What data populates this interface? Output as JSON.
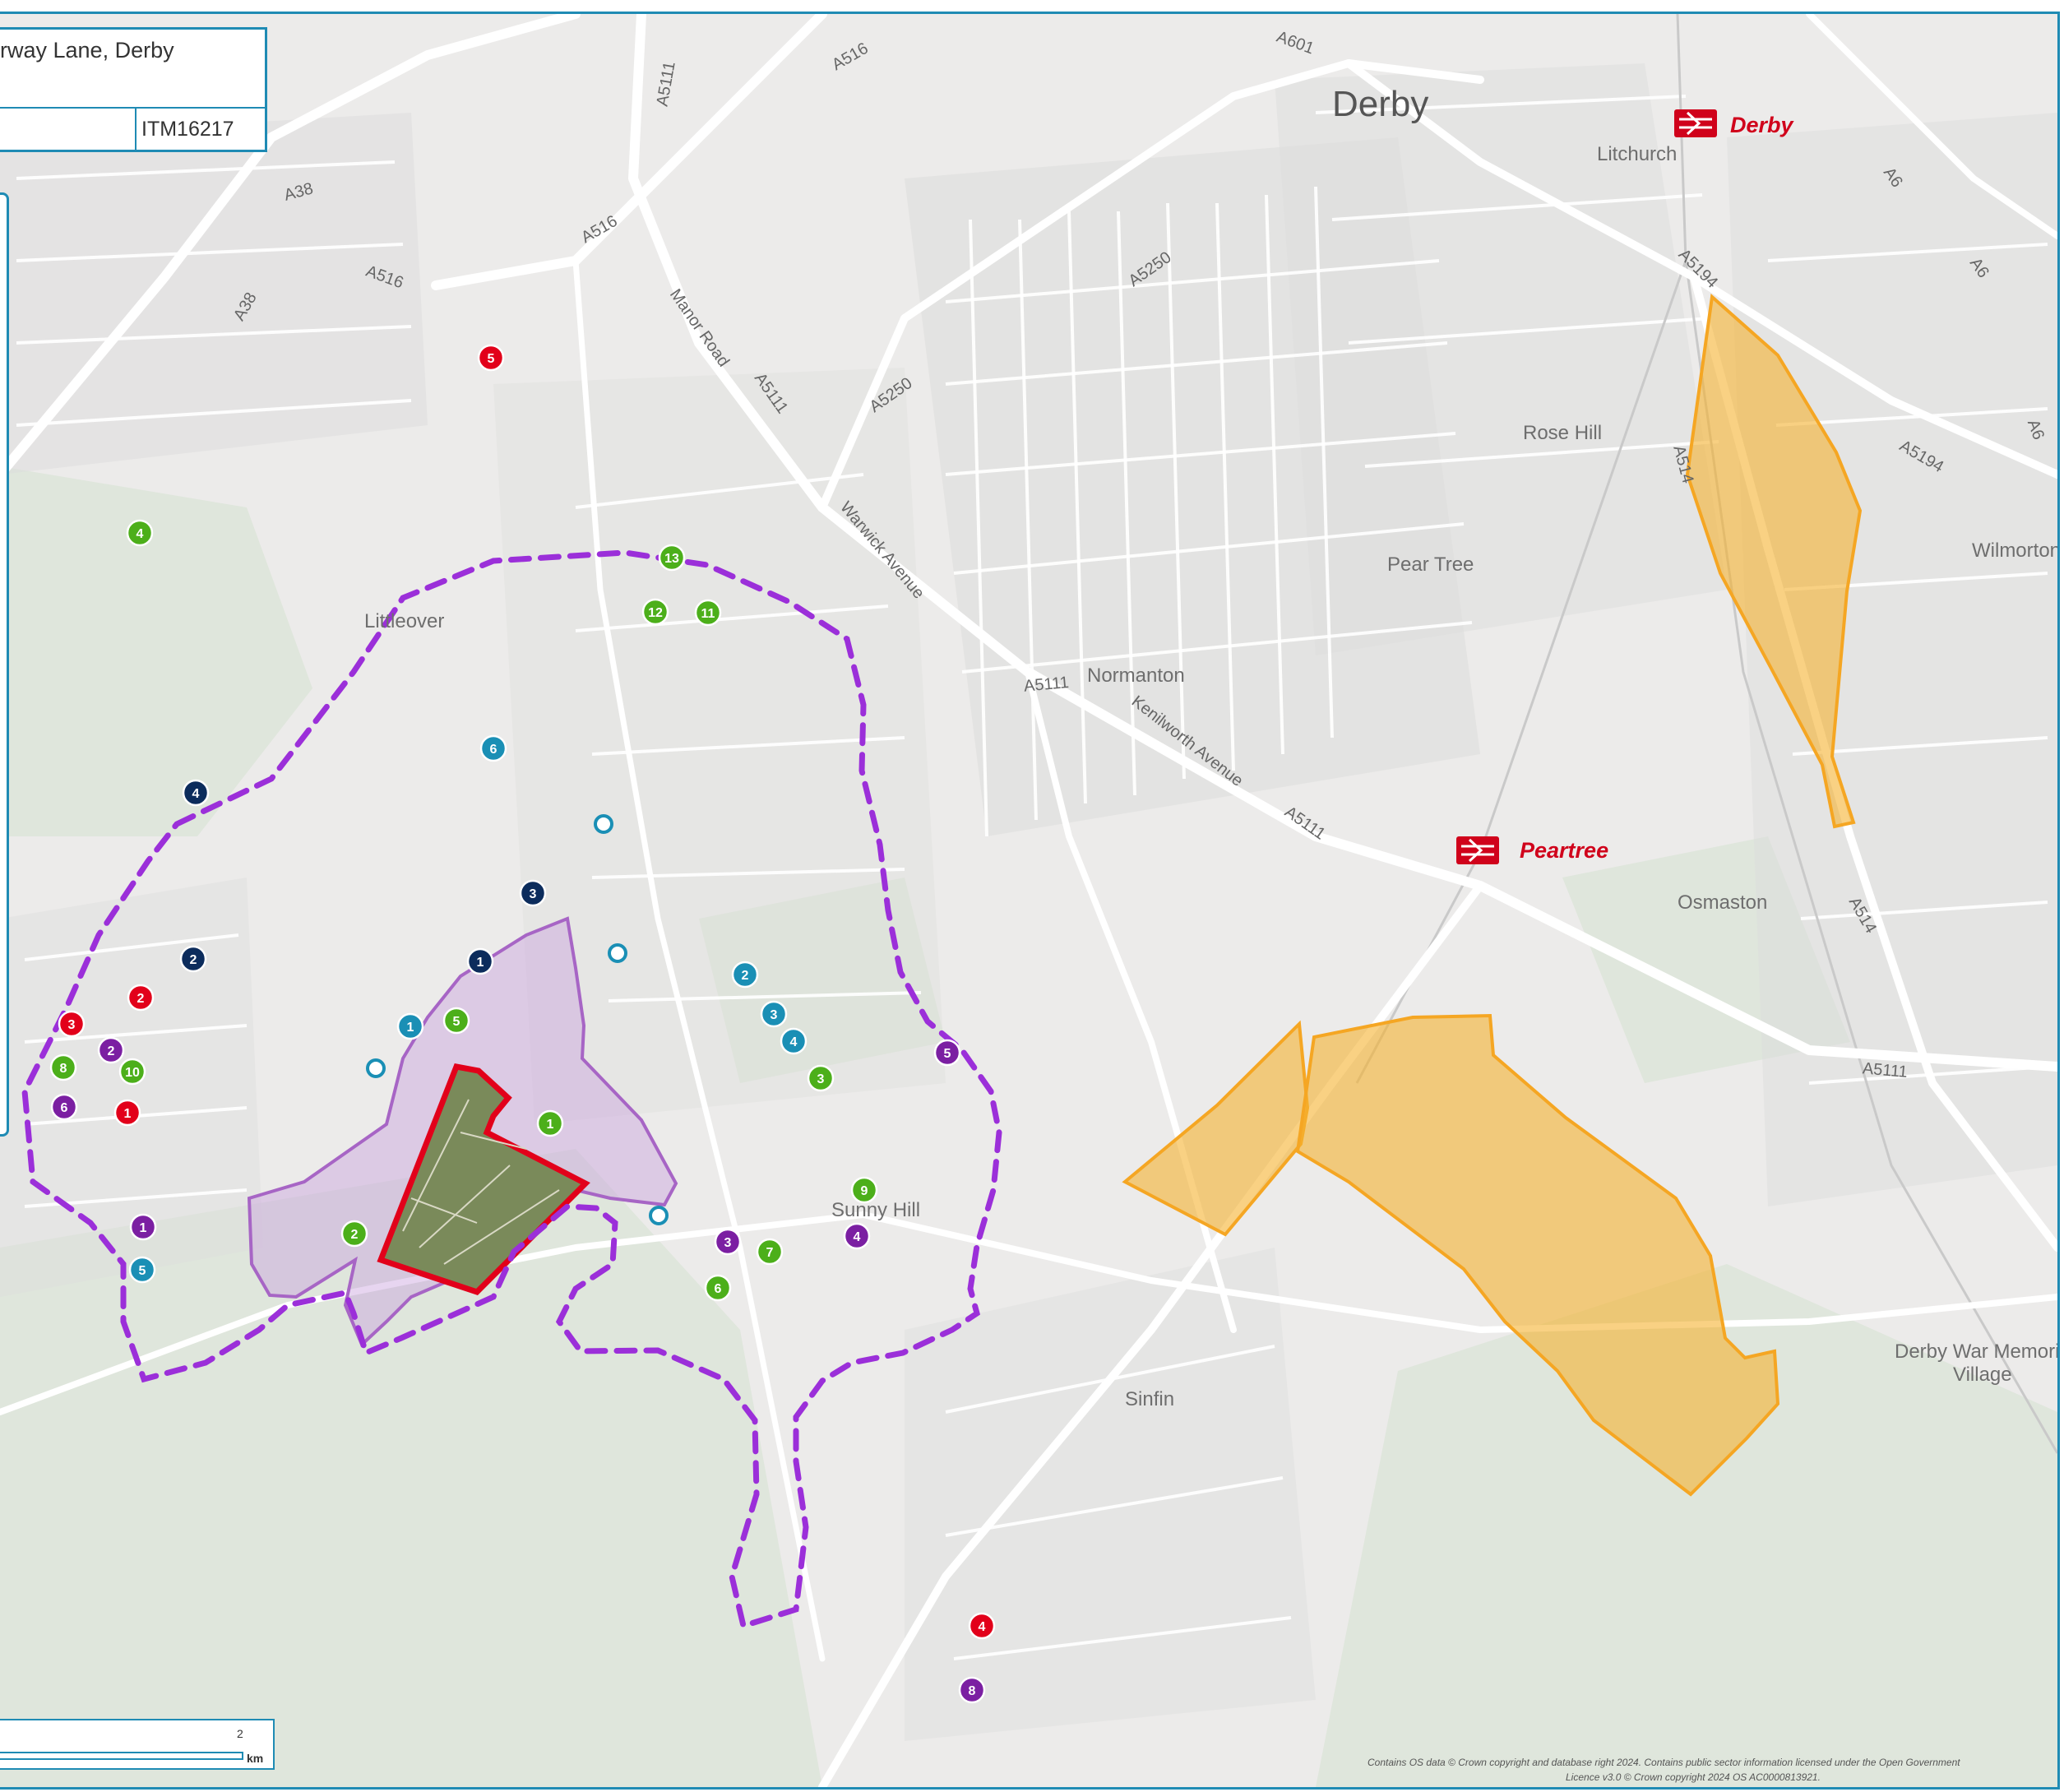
{
  "header": {
    "title": "rway Lane, Derby",
    "reference": "ITM16217"
  },
  "places": [
    {
      "name": "Derby"
    },
    {
      "name": "Litchurch"
    },
    {
      "name": "Rose Hill"
    },
    {
      "name": "Pear Tree"
    },
    {
      "name": "Wilmorton"
    },
    {
      "name": "Littleover"
    },
    {
      "name": "Normanton"
    },
    {
      "name": "Osmaston"
    },
    {
      "name": "Sunny Hill"
    },
    {
      "name": "Sinfin"
    },
    {
      "name": "Derby War Memorial"
    },
    {
      "name": "Village"
    }
  ],
  "roads": [
    "A601",
    "A516",
    "A5111",
    "A38",
    "A516",
    "A38",
    "A516",
    "A5250",
    "A5250",
    "Manor Road",
    "A5111",
    "Warwick Avenue",
    "A5111",
    "Kenilworth Avenue",
    "A5111",
    "A6",
    "A6",
    "A6",
    "A5194",
    "A514",
    "A5194",
    "A514",
    "A5111"
  ],
  "stations": [
    {
      "name": "Derby"
    },
    {
      "name": "Peartree"
    }
  ],
  "colors": {
    "frame": "#1f8bb4",
    "red": "#e2001a",
    "green": "#4caf1a",
    "navy": "#0c2c5c",
    "teal": "#1a8fb5",
    "purple": "#7b1fa2",
    "isochrone": "#9b2fd9",
    "site": "#e2001a",
    "employment": "#f5b331",
    "walk_zone": "#c9a2dd"
  },
  "markers": {
    "red": [
      "1",
      "2",
      "3",
      "4",
      "5"
    ],
    "green": [
      "1",
      "2",
      "3",
      "4",
      "5",
      "6",
      "7",
      "8",
      "9",
      "10",
      "11",
      "12",
      "13"
    ],
    "navy": [
      "1",
      "2",
      "3",
      "4"
    ],
    "teal": [
      "1",
      "2",
      "3",
      "4",
      "5",
      "6"
    ],
    "purple": [
      "1",
      "2",
      "3",
      "4",
      "5",
      "6",
      "8"
    ]
  },
  "scale": {
    "value": "2",
    "unit": "km"
  },
  "attribution": [
    "Contains OS data © Crown copyright and database right 2024. Contains public sector information licensed under the Open Government",
    "Licence v3.0 © Crown copyright 2024 OS AC0000813921."
  ]
}
